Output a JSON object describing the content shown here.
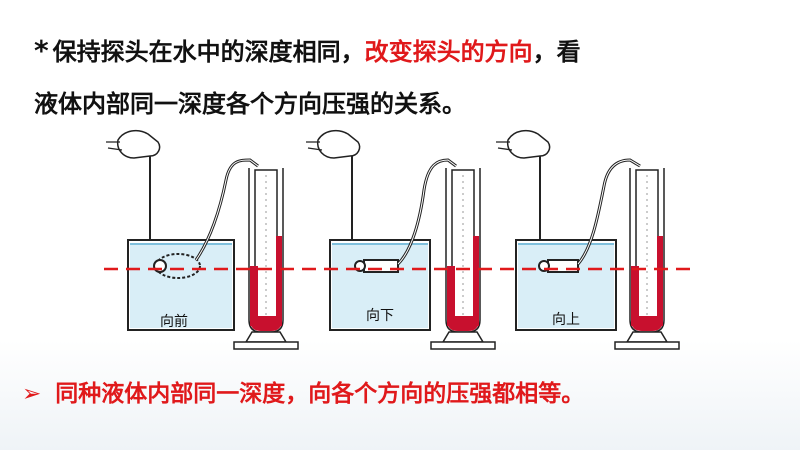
{
  "instruction": {
    "bullet": "*",
    "part1": "保持探头在水中的深度相同，",
    "highlight": "改变探头的方向",
    "part2": "，看",
    "line2": "液体内部同一深度各个方向压强的关系。"
  },
  "figure": {
    "labels": [
      "向前",
      "向下",
      "向上"
    ]
  },
  "conclusion": {
    "bullet": "➢",
    "text": "同种液体内部同一深度，向各个方向的压强都相等。"
  },
  "colors": {
    "text": "#111111",
    "accent_red": "#e0191b",
    "water": "#bfe3f2",
    "liquid": "#c8102e",
    "dashed_line": "#e0191b"
  }
}
